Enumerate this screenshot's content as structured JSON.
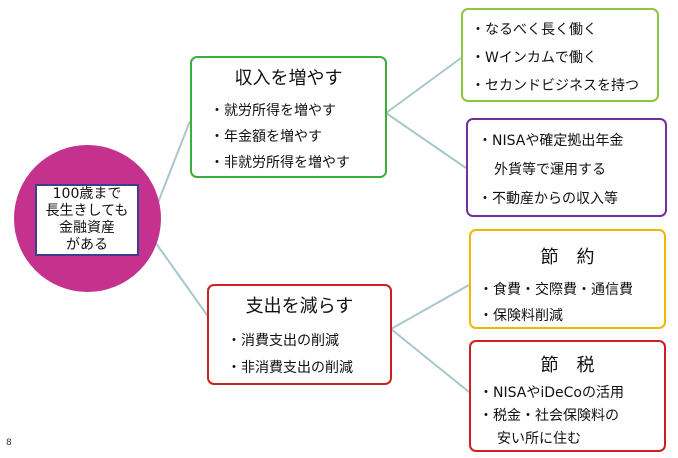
{
  "root": {
    "lines": [
      "100歳まで",
      "長生きしても",
      "金融資産",
      "がある"
    ]
  },
  "income": {
    "title": "収入を増やす",
    "items": [
      "・就労所得を増やす",
      "・年金額を増やす",
      "・非就労所得を増やす"
    ]
  },
  "expense": {
    "title": "支出を減らす",
    "items": [
      "・消費支出の削減",
      "・非消費支出の削減"
    ]
  },
  "work_longer": {
    "items": [
      "・なるべく長く働く",
      "・Wインカムで働く",
      "・セカンドビジネスを持つ"
    ]
  },
  "investment": {
    "lines": [
      "・NISAや確定拠出年金",
      "外貨等で運用する",
      "・不動産からの収入等"
    ]
  },
  "savings": {
    "title": "節　約",
    "items": [
      "・食費・交際費・通信費",
      "・保険料削減"
    ]
  },
  "tax": {
    "title": "節　税",
    "lines": [
      "・NISAやiDeCoの活用",
      "・税金・社会保険料の",
      "安い所に住む"
    ]
  },
  "page": {
    "number": "8"
  },
  "colors": {
    "connector": "#a9c6cf",
    "root_circle": "#c4328e",
    "root_border": "#3a3f8f",
    "green": "#3cae3c",
    "lightgreen": "#8cc63f",
    "purple": "#7030a0",
    "red": "#cc1f1f",
    "gold": "#f2b705"
  }
}
